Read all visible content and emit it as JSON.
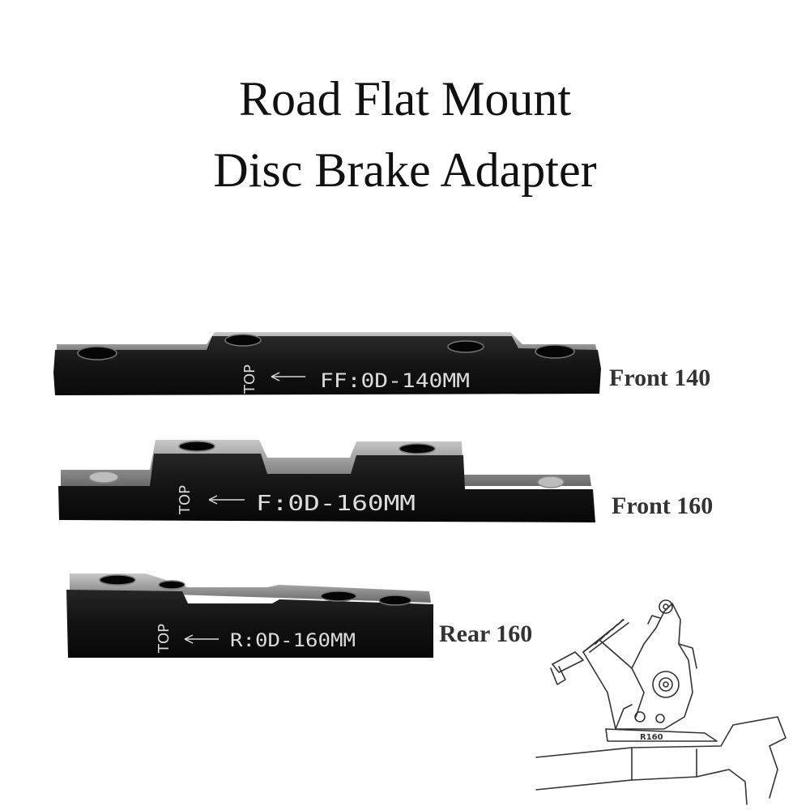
{
  "title": {
    "line1": "Road Flat Mount",
    "line2": "Disc Brake Adapter"
  },
  "adapters": [
    {
      "label": "Front 140",
      "engraving": "FF:0D-140MM",
      "top_mark": "TOP"
    },
    {
      "label": "Front 160",
      "engraving": "F:0D-160MM",
      "top_mark": "TOP"
    },
    {
      "label": "Rear 160",
      "engraving": "R:0D-160MM",
      "top_mark": "TOP"
    }
  ],
  "diagram": {
    "marking": "R160"
  },
  "colors": {
    "metal": "#141414",
    "bevel": "#9a9a9a",
    "engraving": "#dcdcdc",
    "text": "#111111"
  }
}
